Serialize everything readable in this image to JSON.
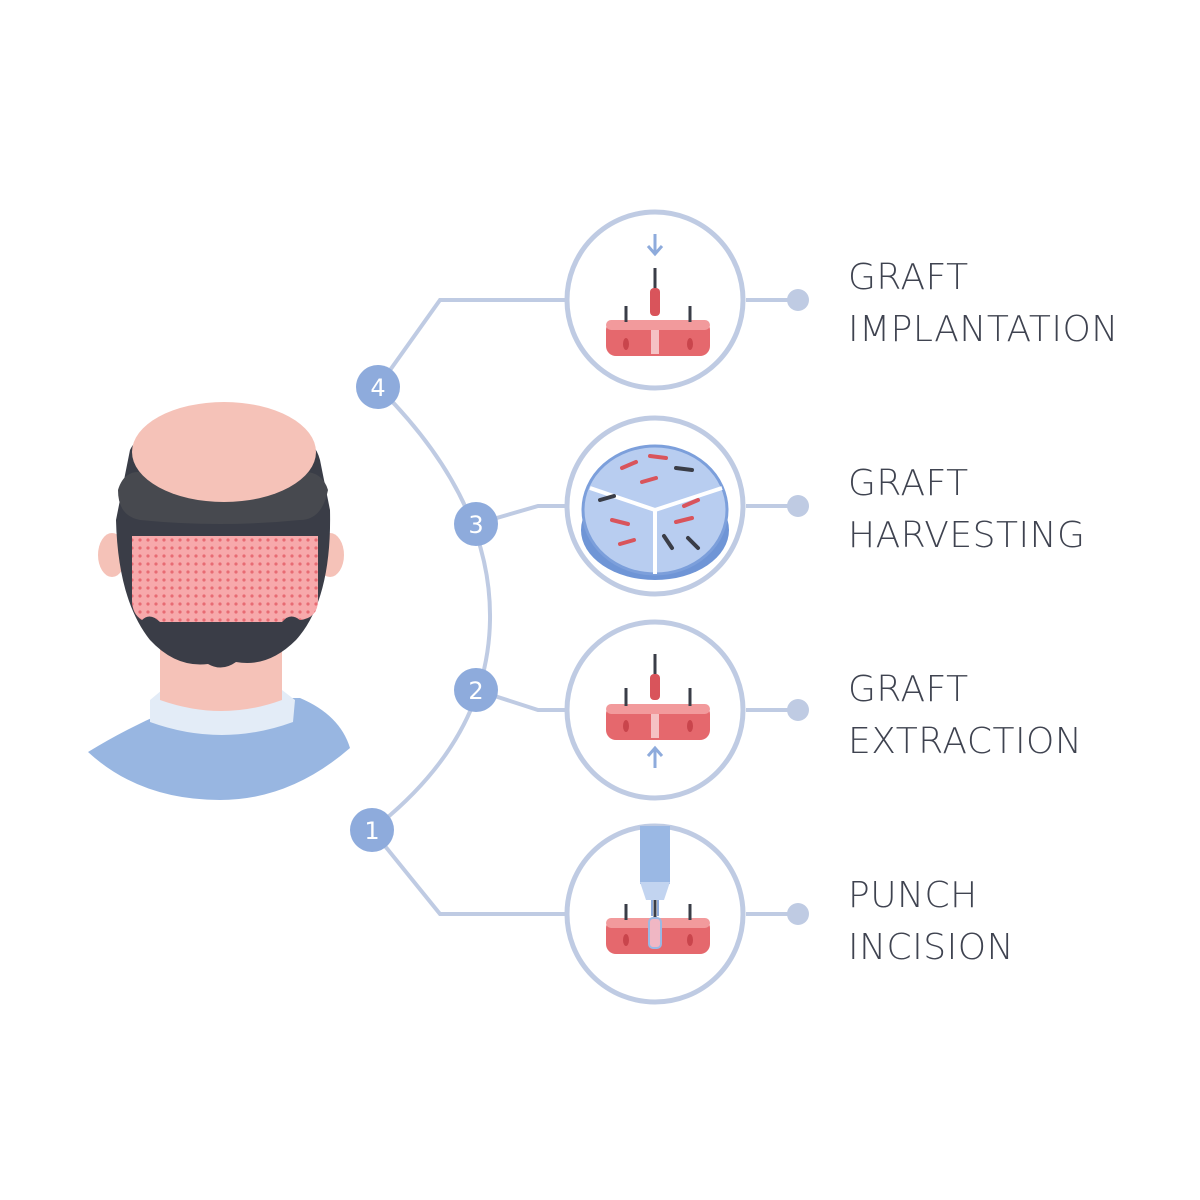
{
  "colors": {
    "line": "#bfcbe3",
    "node": "#8eabdc",
    "skin": "#f5c2b8",
    "hair": "#3a3d47",
    "scalp_pink": "#f7a9ab",
    "tissue": "#e5686d",
    "shirt": "#98b6e1",
    "collar": "#e3ecf7"
  },
  "steps": [
    {
      "number": "1",
      "line1": "PUNCH",
      "line2": "INCISION",
      "icon": "punch-incision-icon"
    },
    {
      "number": "2",
      "line1": "GRAFT",
      "line2": "EXTRACTION",
      "icon": "graft-extraction-icon"
    },
    {
      "number": "3",
      "line1": "GRAFT",
      "line2": "HARVESTING",
      "icon": "petri-dish-icon"
    },
    {
      "number": "4",
      "line1": "GRAFT",
      "line2": "IMPLANTATION",
      "icon": "graft-implantation-icon"
    }
  ]
}
